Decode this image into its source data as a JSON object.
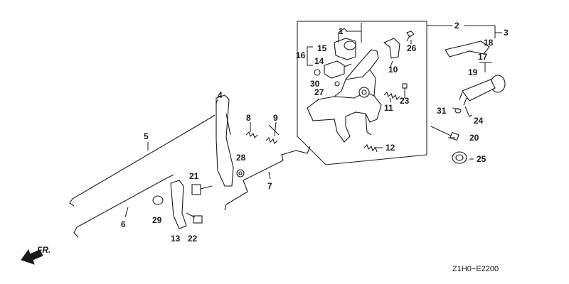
{
  "callouts": {
    "c1": "1",
    "c2": "2",
    "c3": "3",
    "c4": "4",
    "c5": "5",
    "c6": "6",
    "c7": "7",
    "c8": "8",
    "c9": "9",
    "c10": "10",
    "c11": "11",
    "c12": "12",
    "c13": "13",
    "c14": "14",
    "c15": "15",
    "c16": "16",
    "c17": "17",
    "c18": "18",
    "c19": "19",
    "c20": "20",
    "c21": "21",
    "c22": "22",
    "c23": "23",
    "c24": "24",
    "c25": "25",
    "c26": "26",
    "c27": "27",
    "c28": "28",
    "c29": "29",
    "c30": "30",
    "c31": "31"
  },
  "front_indicator": "FR.",
  "diagram_code": "Z1H0−E2200"
}
